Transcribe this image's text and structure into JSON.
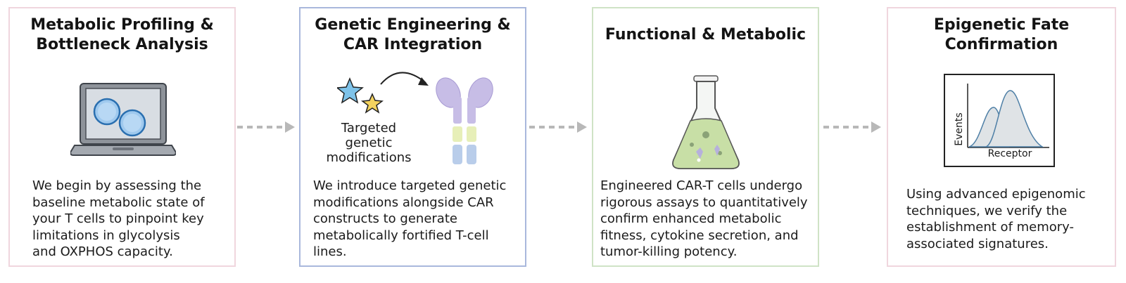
{
  "steps": [
    {
      "title": "Metabolic Profiling &\nBottleneck Analysis",
      "description": "We begin by assessing the\nbaseline metabolic state of\nyour T cells to pinpoint key\nlimitations in glycolysis\nand OXPHOS capacity.",
      "icon": "laptop-with-cells-icon",
      "border_color": "#f0d6de"
    },
    {
      "title": "Genetic Engineering &\nCAR Integration",
      "illustration_label": "Targeted\ngenetic\nmodifications",
      "description": "We introduce targeted genetic\nmodifications alongside CAR\nconstructs to generate\nmetabolically fortified T-cell\nlines.",
      "icon": "car-receptor-icon",
      "border_color": "#a9b8dc"
    },
    {
      "title": "Functional & Metabolic",
      "description": "Engineered CAR-T cells undergo\nrigorous assays to quantitatively\nconfirm enhanced metabolic\nfitness, cytokine secretion, and\ntumor-killing potency.",
      "icon": "flask-icon",
      "border_color": "#cfe3c6"
    },
    {
      "title": "Epigenetic Fate\nConfirmation",
      "plot_ylabel": "Events",
      "plot_xlabel": "Receptor",
      "description": "Using advanced epigenomic\ntechniques, we verify the\nestablishment of memory-\nassociated signatures.",
      "icon": "histogram-icon",
      "border_color": "#f0d6de"
    }
  ],
  "arrow_icon": "dotted-arrow-icon"
}
